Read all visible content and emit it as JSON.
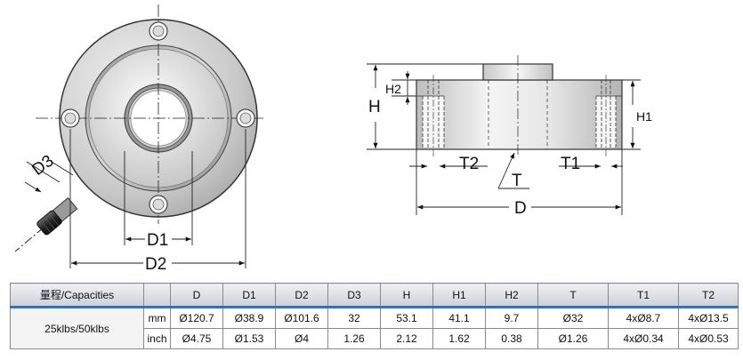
{
  "labels": {
    "D": "D",
    "D1": "D1",
    "D2": "D2",
    "D3": "D3",
    "H": "H",
    "H1": "H1",
    "H2": "H2",
    "T": "T",
    "T1": "T1",
    "T2": "T2"
  },
  "table": {
    "columns": [
      "量程/Capacities",
      "",
      "D",
      "D1",
      "D2",
      "D3",
      "H",
      "H1",
      "H2",
      "T",
      "T1",
      "T2"
    ],
    "model": "25klbs/50klbs",
    "rows": [
      {
        "unit": "mm",
        "values": [
          "Ø120.7",
          "Ø38.9",
          "Ø101.6",
          "32",
          "53.1",
          "41.1",
          "9.7",
          "Ø32",
          "4xØ8.7",
          "4xØ13.5"
        ]
      },
      {
        "unit": "inch",
        "values": [
          "Ø4.75",
          "Ø1.53",
          "Ø4",
          "1.26",
          "2.12",
          "1.62",
          "0.38",
          "Ø1.26",
          "4xØ0.34",
          "4xØ0.53"
        ]
      }
    ]
  }
}
